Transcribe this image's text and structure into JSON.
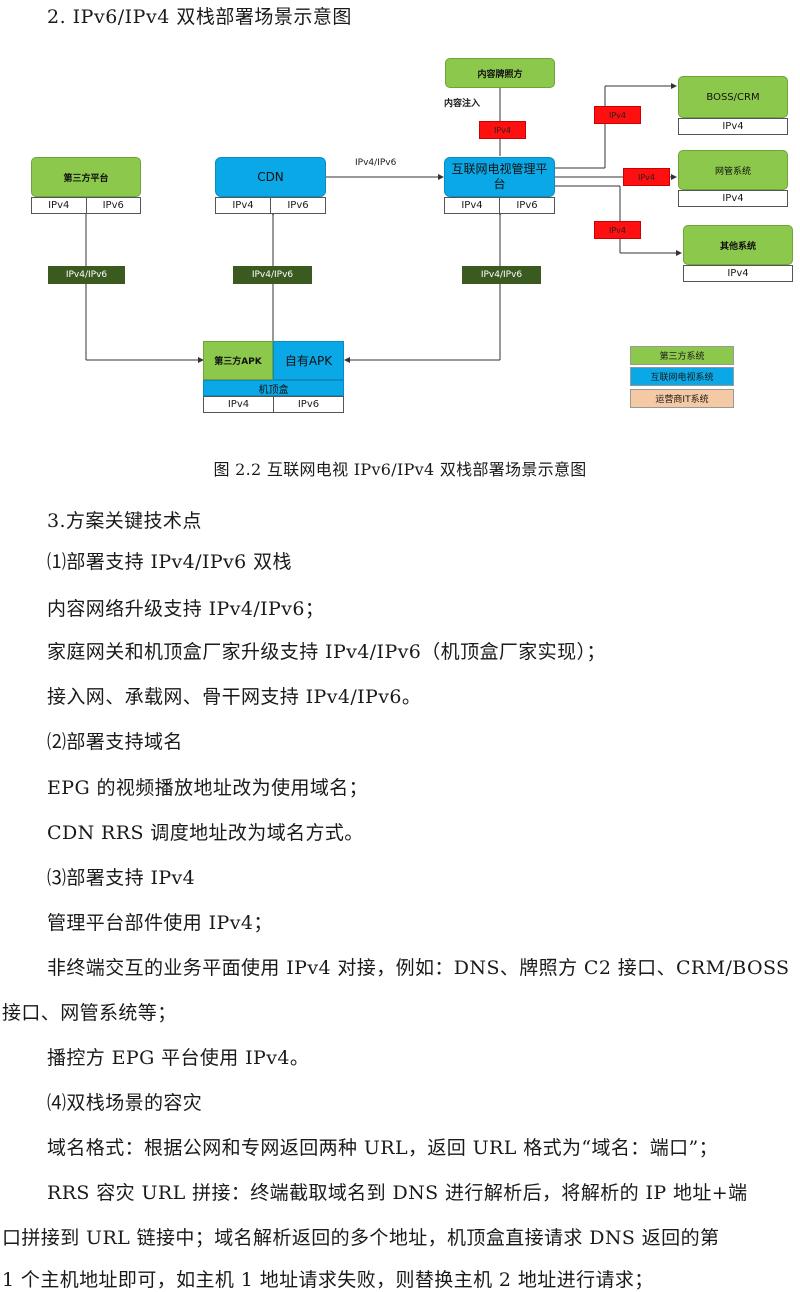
{
  "heading": "2. IPv6/IPv4 双栈部署场景示意图",
  "diagram": {
    "content_provider": "内容牌照方",
    "content_inject": "内容注入",
    "third_platform": "第三方平台",
    "cdn": "CDN",
    "iptv_mgmt": "互联网电视管理平台",
    "boss_crm": "BOSS/CRM",
    "nms": "网管系统",
    "other": "其他系统",
    "third_apk": "第三方APK",
    "own_apk": "自有APK",
    "stb": "机顶盒",
    "ipv4": "IPv4",
    "ipv6": "IPv6",
    "dual_label": "IPv4/IPv6",
    "cdn_link_label": "IPv4/IPv6",
    "red_labels": [
      "IPv4",
      "IPv4",
      "IPv4",
      "IPv4"
    ],
    "legend": [
      "第三方系统",
      "互联网电视系统",
      "运营商IT系统"
    ],
    "colors": {
      "green": "#8cc84b",
      "blue": "#0aa8e6",
      "tan": "#f4c9a4",
      "dark_green": "#3b5a20",
      "red": "#ff1010"
    }
  },
  "caption": "图 2.2  互联网电视 IPv6/IPv4 双栈部署场景示意图",
  "paragraphs": [
    "3.方案关键技术点",
    "⑴部署支持 IPv4/IPv6 双栈",
    "内容网络升级支持 IPv4/IPv6；",
    "家庭网关和机顶盒厂家升级支持 IPv4/IPv6（机顶盒厂家实现）；",
    "接入网、承载网、骨干网支持 IPv4/IPv6。",
    "⑵部署支持域名",
    "EPG 的视频播放地址改为使用域名；",
    "CDN RRS 调度地址改为域名方式。",
    "⑶部署支持 IPv4",
    "管理平台部件使用 IPv4；",
    "非终端交互的业务平面使用 IPv4 对接，例如：DNS、牌照方 C2 接口、CRM/BOSS",
    "接口、网管系统等；",
    "播控方 EPG 平台使用 IPv4。",
    "⑷双栈场景的容灾",
    "域名格式：根据公网和专网返回两种 URL，返回 URL 格式为“域名：端口”；",
    "RRS 容灾 URL 拼接：终端截取域名到 DNS 进行解析后，将解析的 IP 地址+端",
    "口拼接到 URL 链接中；域名解析返回的多个地址，机顶盒直接请求 DNS 返回的第",
    "1 个主机地址即可，如主机 1 地址请求失败，则替换主机 2 地址进行请求；"
  ]
}
